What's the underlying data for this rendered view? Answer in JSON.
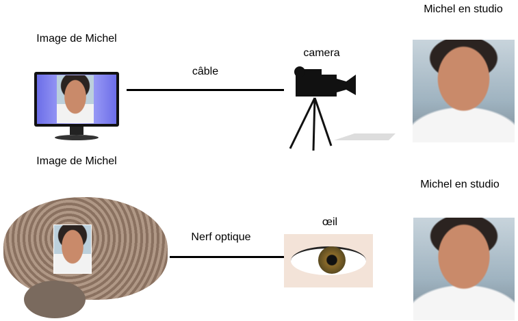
{
  "top": {
    "screen_label": "Image de Michel",
    "cable_label": "câble",
    "camera_label": "camera",
    "studio_label": "Michel en studio"
  },
  "bottom": {
    "brain_label": "Image de Michel",
    "nerve_label": "Nerf optique",
    "eye_label": "œil",
    "studio_label": "Michel en studio"
  }
}
